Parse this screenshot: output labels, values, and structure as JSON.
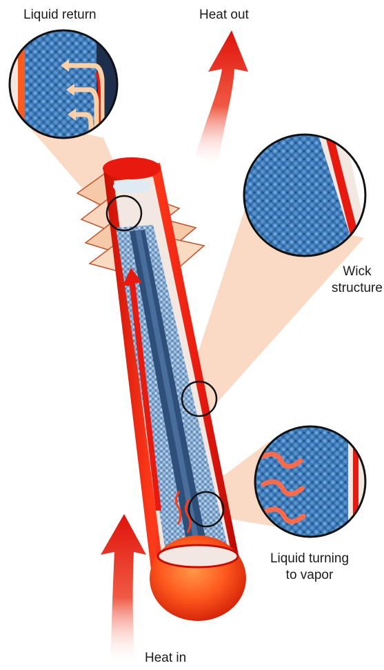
{
  "labels": {
    "liquid_return": "Liquid return",
    "heat_out": "Heat out",
    "wick_structure_line1": "Wick",
    "wick_structure_line2": "structure",
    "liquid_vapor_line1": "Liquid turning",
    "liquid_vapor_line2": "to vapor",
    "heat_in": "Heat in"
  },
  "colors": {
    "pipe_red": "#e8190f",
    "pipe_orange": "#ff5a1e",
    "wick_blue": "#5f8fc4",
    "vapor_core": "#2e4f7a",
    "beam_peach": "#f9cdb2",
    "fin_peach": "#f6c9a8"
  },
  "icons": {
    "arrow_heat_out": "upward-red-arrow",
    "arrow_heat_in": "upward-red-arrow",
    "magnifier": "circle-zoom-lens"
  }
}
